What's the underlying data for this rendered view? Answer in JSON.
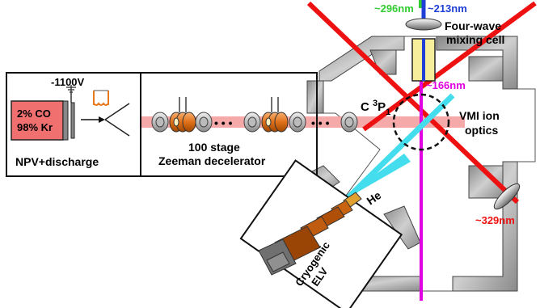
{
  "source": {
    "gas_line1": "2% CO",
    "gas_line2": "98% Kr",
    "voltage": "-1100V",
    "caption": "NPV+discharge"
  },
  "decelerator": {
    "ellipsis1": "• • •",
    "ellipsis2": "• • •",
    "caption_line1": "100 stage",
    "caption_line2": "Zeeman decelerator"
  },
  "beam_state": {
    "prefix": "C ",
    "sup": "3",
    "main": "P",
    "sub": "1"
  },
  "lasers": {
    "uv296": "~296nm",
    "uv213": "~213nm",
    "vuv166": "~166nm",
    "uv329": "~329nm",
    "colors": {
      "green": "#33cc33",
      "blue": "#1f3fd6",
      "magenta": "#e000e0",
      "cyan": "#44ddee",
      "red": "#ee1111",
      "molecular_beam": "#f4a0a0",
      "coil_orange": "#e87a1e",
      "source_fill": "#f07070"
    }
  },
  "labels": {
    "four_wave_line1": "Four-wave",
    "four_wave_line2": "mixing cell",
    "vmi_line1": "VMI ion",
    "vmi_line2": "optics",
    "helium": "He",
    "elv_line1": "Cryogenic",
    "elv_line2": "ELV"
  }
}
